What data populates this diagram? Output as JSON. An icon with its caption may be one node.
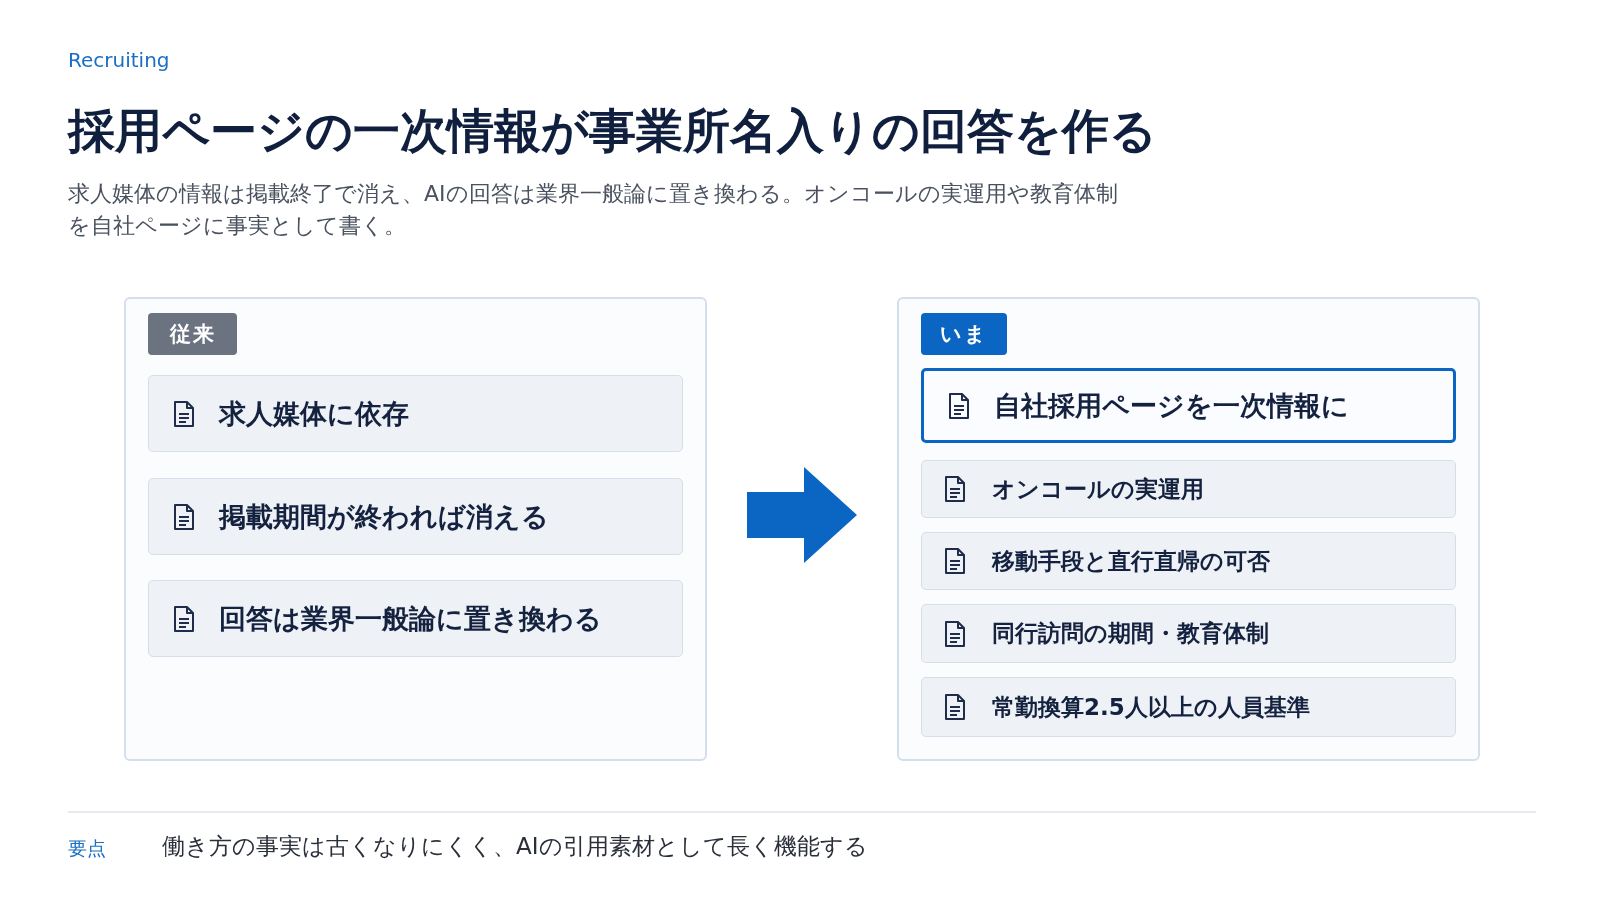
{
  "diagram": {
    "title": "採用ページの一次情報が事業所名入りの回答を作る",
    "nodes": [
      {
        "text": [],
        "shape": "box"
      },
      {
        "text": [
          "従来"
        ],
        "in": 0
      },
      {
        "text": [
          "求人媒体に依存"
        ],
        "in": 0
      },
      {
        "text": [
          "掲載期間が終われば消える"
        ],
        "in": 0
      },
      {
        "text": [
          "回答は業界一般論に置き換わる"
        ],
        "in": 0
      },
      {
        "text": [],
        "shape": "box"
      },
      {
        "text": [
          "いま"
        ],
        "in": 5
      },
      {
        "text": [
          "自社採用ページを一次情報に"
        ],
        "in": 5
      },
      {
        "text": [
          "オンコールの実運用"
        ],
        "in": 5
      },
      {
        "text": [
          "移動手段と直行直帰の可否"
        ],
        "in": 5
      },
      {
        "text": [
          "同行訪問の期間・教育体制"
        ],
        "in": 5
      },
      {
        "text": [
          "常勤換算2.5人以上の人員基準"
        ],
        "in": 5
      }
    ],
    "edges": [
      {
        "from": 0,
        "to": 5,
        "arrow": "to",
        "style": "thick"
      }
    ],
    "labels": [
      "Recruiting",
      "求人媒体の情報は掲載終了で消え、AIの回答は業界一般論に置き換わる。オンコールの実運用や教育体制を自社ページに事実として書く。",
      "要点",
      "働き方の事実は古くなりにくく、AIの引用素材として長く機能する"
    ]
  }
}
